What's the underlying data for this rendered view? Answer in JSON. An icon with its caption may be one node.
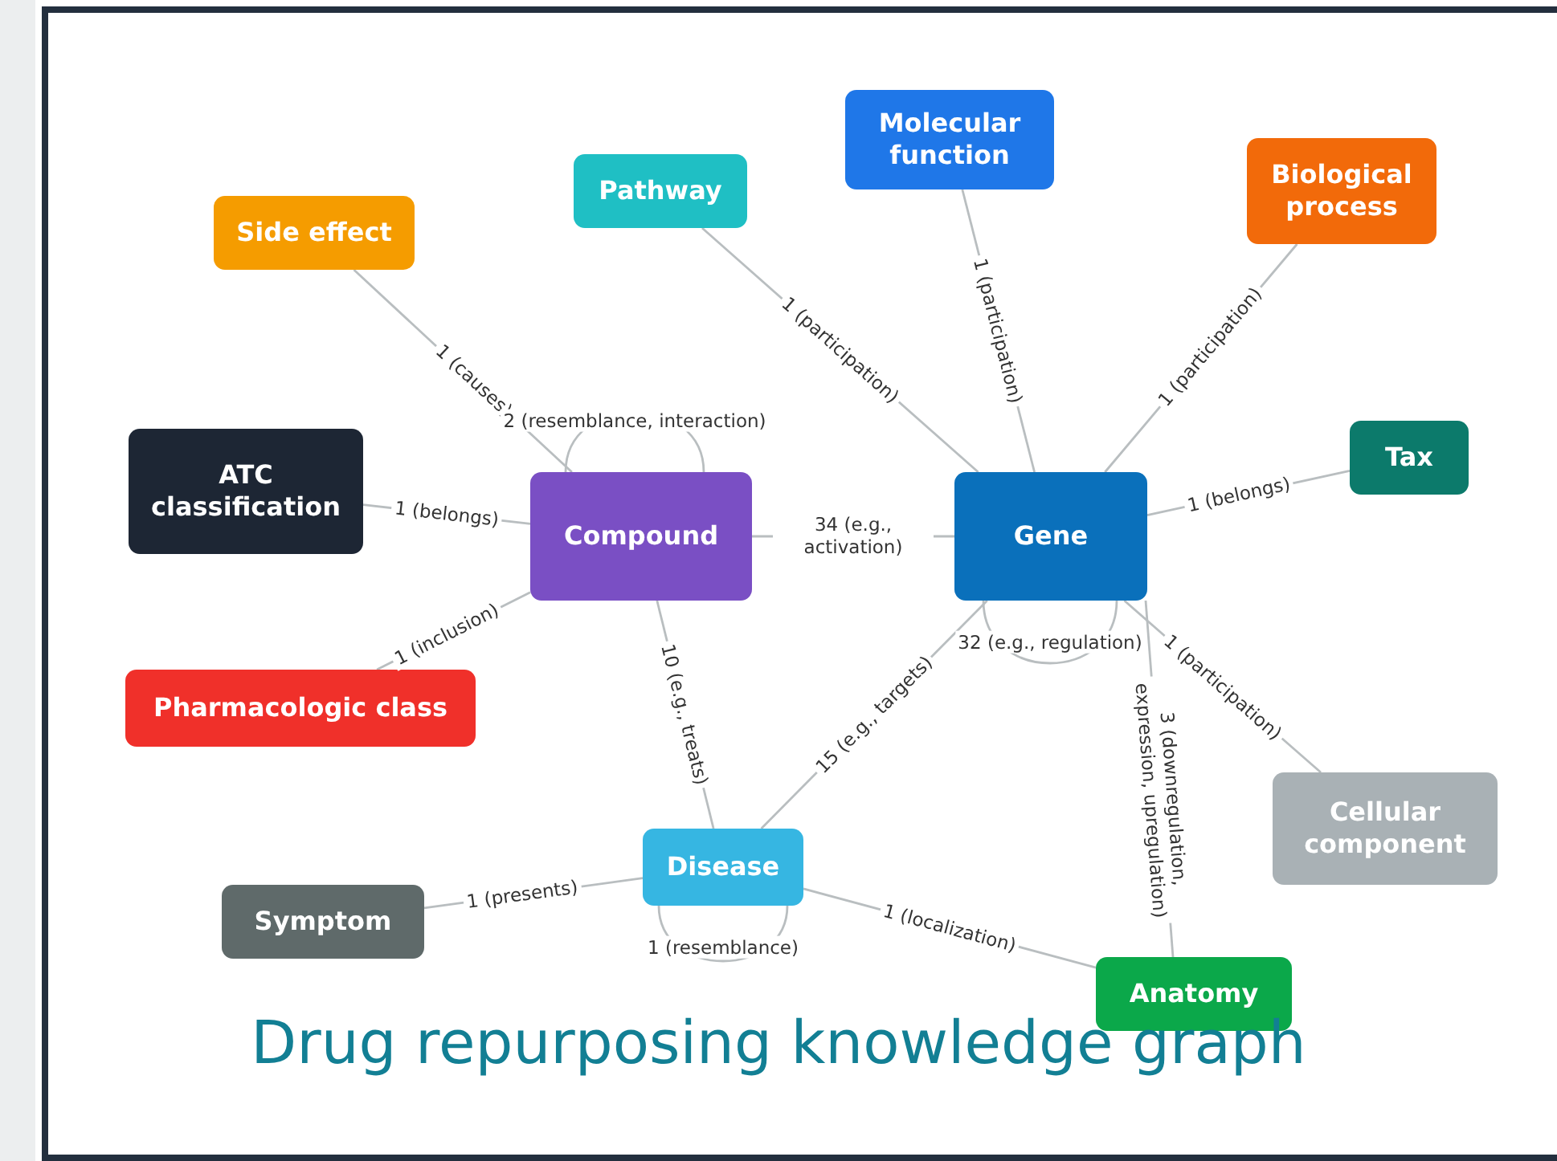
{
  "diagram": {
    "title": "Drug repurposing knowledge graph",
    "nodes": [
      {
        "text": [
          "Side effect"
        ]
      },
      {
        "text": [
          "Pathway"
        ]
      },
      {
        "text": [
          "Molecular function"
        ]
      },
      {
        "text": [
          "Biological process"
        ]
      },
      {
        "text": [
          "ATC classification"
        ]
      },
      {
        "text": [
          "Compound"
        ]
      },
      {
        "text": [
          "Gene"
        ]
      },
      {
        "text": [
          "Tax"
        ]
      },
      {
        "text": [
          "Pharmacologic class"
        ]
      },
      {
        "text": [
          "Cellular component"
        ]
      },
      {
        "text": [
          "Disease"
        ]
      },
      {
        "text": [
          "Symptom"
        ]
      },
      {
        "text": [
          "Anatomy"
        ]
      }
    ],
    "edges": [
      {
        "from": 0,
        "to": 5,
        "arrow": "none",
        "label": "1 (causes)"
      },
      {
        "from": 1,
        "to": 6,
        "arrow": "none",
        "label": "1 (participation)"
      },
      {
        "from": 2,
        "to": 6,
        "arrow": "none",
        "label": "1 (participation)"
      },
      {
        "from": 3,
        "to": 6,
        "arrow": "none",
        "label": "1 (participation)"
      },
      {
        "from": 4,
        "to": 5,
        "arrow": "none",
        "label": "1 (belongs)"
      },
      {
        "from": 5,
        "to": 5,
        "arrow": "none",
        "label": "2 (resemblance, interaction)"
      },
      {
        "from": 5,
        "to": 6,
        "arrow": "none",
        "label": "34 (e.g., activation)"
      },
      {
        "from": 6,
        "to": 7,
        "arrow": "none",
        "label": "1 (belongs)"
      },
      {
        "from": 8,
        "to": 5,
        "arrow": "none",
        "label": "1 (inclusion)"
      },
      {
        "from": 5,
        "to": 10,
        "arrow": "none",
        "label": "10 (e.g., treats)"
      },
      {
        "from": 6,
        "to": 10,
        "arrow": "none",
        "label": "15 (e.g., targets)"
      },
      {
        "from": 6,
        "to": 6,
        "arrow": "none",
        "label": "32 (e.g., regulation)"
      },
      {
        "from": 6,
        "to": 12,
        "arrow": "none",
        "label": "3 (downregulation, expression, upregulation)"
      },
      {
        "from": 6,
        "to": 9,
        "arrow": "none",
        "label": "1 (participation)"
      },
      {
        "from": 11,
        "to": 10,
        "arrow": "none",
        "label": "1 (presents)"
      },
      {
        "from": 10,
        "to": 10,
        "arrow": "none",
        "label": "1 (resemblance)"
      },
      {
        "from": 10,
        "to": 12,
        "arrow": "none",
        "label": "1 (localization)"
      }
    ]
  }
}
